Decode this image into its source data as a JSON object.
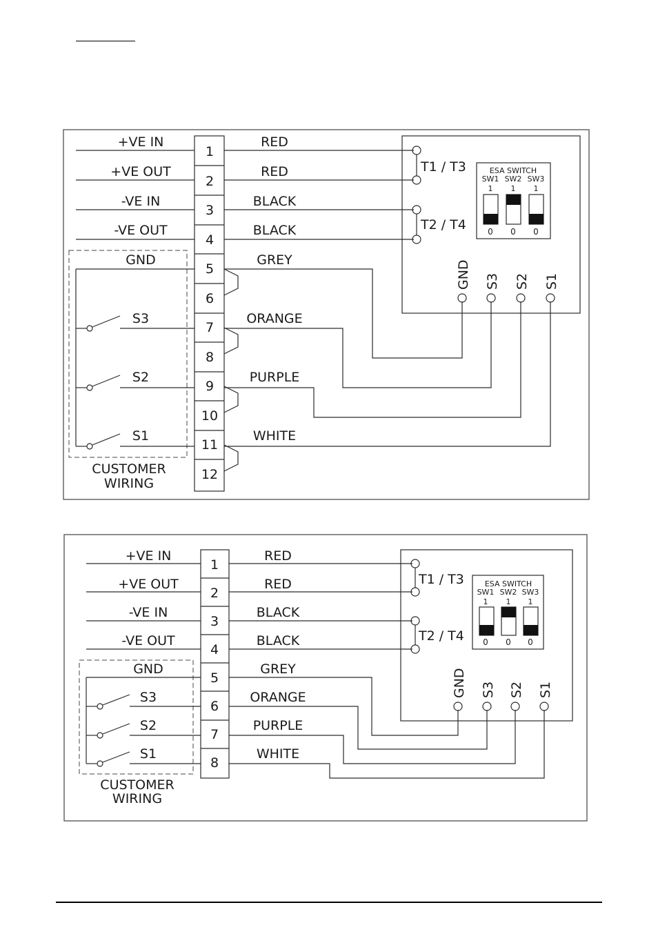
{
  "diagram1": {
    "left_labels": [
      "+VE IN",
      "+VE OUT",
      "-VE IN",
      "-VE OUT",
      "GND"
    ],
    "switch_labels": [
      "S3",
      "S2",
      "S1"
    ],
    "terminal_numbers": [
      "1",
      "2",
      "3",
      "4",
      "5",
      "6",
      "7",
      "8",
      "9",
      "10",
      "11",
      "12"
    ],
    "wire_labels": [
      "RED",
      "RED",
      "BLACK",
      "BLACK",
      "GREY",
      "ORANGE",
      "PURPLE",
      "WHITE"
    ],
    "customer_wiring": [
      "CUSTOMER",
      "WIRING"
    ],
    "terminal_pairs": [
      "T1 / T3",
      "T2 / T4"
    ],
    "esa_title": "ESA SWITCH",
    "sw_names": [
      "SW1",
      "SW2",
      "SW3"
    ],
    "sw_on": [
      "1",
      "1",
      "1"
    ],
    "sw_off": [
      "0",
      "0",
      "0"
    ],
    "bottom_terminals": [
      "GND",
      "S3",
      "S2",
      "S1"
    ]
  },
  "diagram2": {
    "left_labels": [
      "+VE IN",
      "+VE OUT",
      "-VE IN",
      "-VE OUT",
      "GND"
    ],
    "switch_labels": [
      "S3",
      "S2",
      "S1"
    ],
    "terminal_numbers": [
      "1",
      "2",
      "3",
      "4",
      "5",
      "6",
      "7",
      "8"
    ],
    "wire_labels": [
      "RED",
      "RED",
      "BLACK",
      "BLACK",
      "GREY",
      "ORANGE",
      "PURPLE",
      "WHITE"
    ],
    "customer_wiring": [
      "CUSTOMER",
      "WIRING"
    ],
    "terminal_pairs": [
      "T1 / T3",
      "T2 / T4"
    ],
    "esa_title": "ESA SWITCH",
    "sw_names": [
      "SW1",
      "SW2",
      "SW3"
    ],
    "sw_on": [
      "1",
      "1",
      "1"
    ],
    "sw_off": [
      "0",
      "0",
      "0"
    ],
    "bottom_terminals": [
      "GND",
      "S3",
      "S2",
      "S1"
    ]
  }
}
